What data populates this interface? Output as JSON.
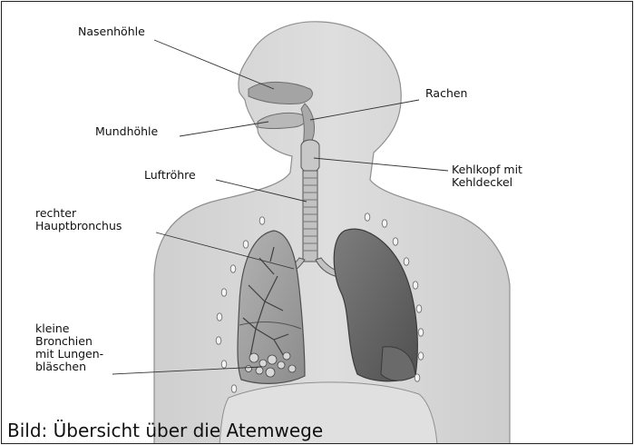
{
  "labels": {
    "nasenhoehle": "Nasenhöhle",
    "mundhoehle": "Mundhöhle",
    "rachen": "Rachen",
    "kehlkopf": "Kehlkopf mit\nKehldeckel",
    "luftroehre": "Luftröhre",
    "hauptbronchus": "rechter\nHauptbronchus",
    "bronchien": "kleine\nBronchien\nmit Lungen-\nbläschen"
  },
  "caption": "Bild: Übersicht über die Atemwege",
  "colors": {
    "body_fill": "#d6d6d6",
    "body_stroke": "#8f8f8f",
    "lung_dark": "#6a6a6a",
    "lung_light": "#9d9d9d",
    "trachea": "#c2c2c2",
    "line": "#333333"
  }
}
